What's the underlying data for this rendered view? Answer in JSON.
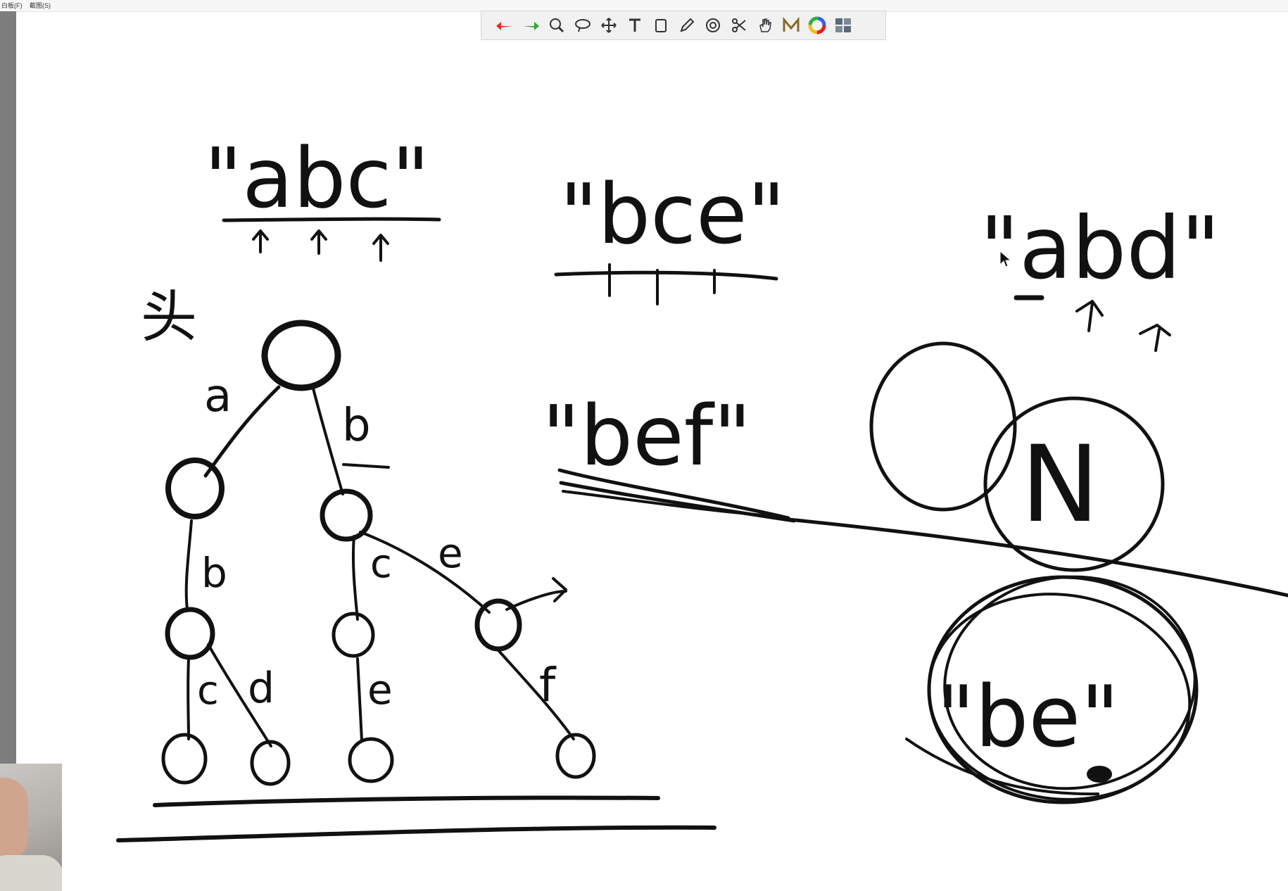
{
  "topbar": {
    "menu_1": "白板(F)",
    "menu_2": "截图(S)"
  },
  "toolbar": {
    "tools": [
      {
        "name": "undo-icon",
        "color": "#e03020"
      },
      {
        "name": "redo-icon",
        "color": "#3aa03a"
      },
      {
        "name": "zoom-icon"
      },
      {
        "name": "lasso-icon"
      },
      {
        "name": "move-icon"
      },
      {
        "name": "text-tool-icon",
        "label": "T"
      },
      {
        "name": "shape-icon"
      },
      {
        "name": "pen-icon"
      },
      {
        "name": "stamp-icon"
      },
      {
        "name": "scissors-icon"
      },
      {
        "name": "hand-icon"
      },
      {
        "name": "marker-icon",
        "label": "M"
      },
      {
        "name": "color-wheel-icon"
      },
      {
        "name": "grid-icon"
      }
    ]
  },
  "drawing": {
    "ink_color": "#111111",
    "words": {
      "abc": "\"abc\"",
      "bce": "\"bce\"",
      "abd": "\"abd\"",
      "bef": "\"bef\"",
      "be": "\"be\""
    },
    "root_label": "头",
    "edge_labels": {
      "root_a": "a",
      "root_b": "b",
      "a_b": "b",
      "b_c": "c",
      "b_e": "e",
      "ab_c": "c",
      "ab_d": "d",
      "bc_e": "e",
      "be_f": "f"
    },
    "null_circle_label": "N"
  }
}
